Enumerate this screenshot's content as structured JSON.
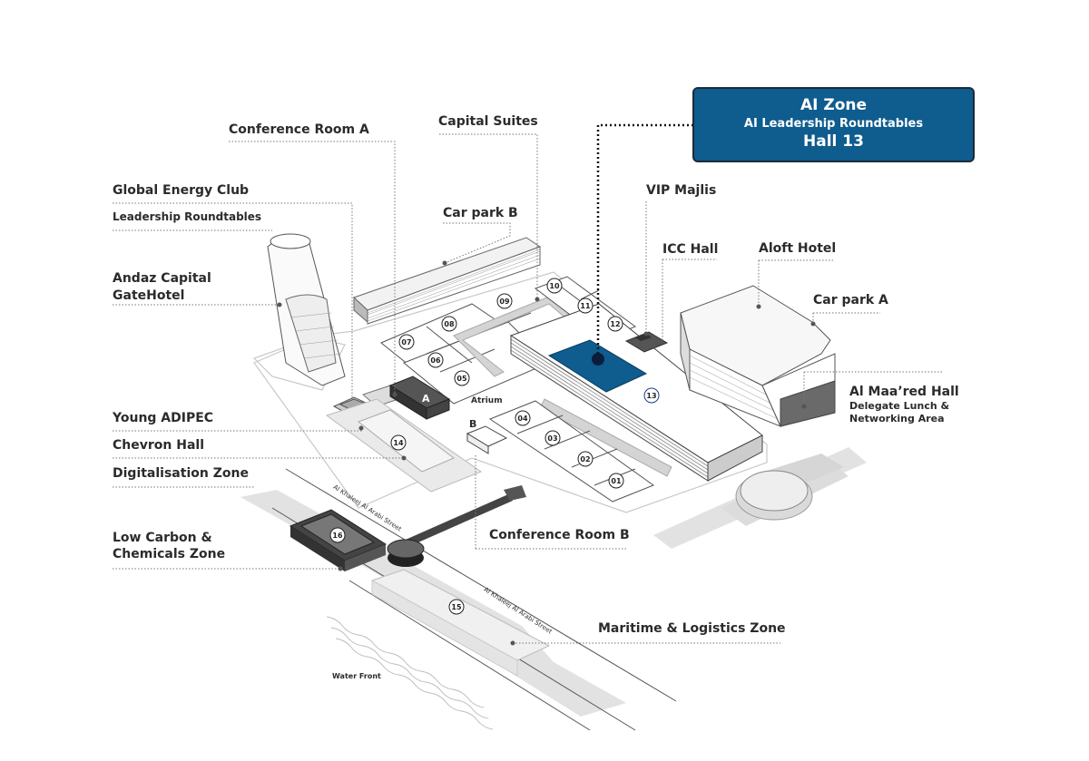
{
  "callout": {
    "title": "AI Zone",
    "subtitle": "AI Leadership Roundtables",
    "hall": "Hall 13",
    "color": "#0f5c8e"
  },
  "labels": {
    "conference_room_a": "Conference Room A",
    "capital_suites": "Capital Suites",
    "global_energy_club": "Global Energy Club",
    "leadership_roundtables": "Leadership Roundtables",
    "car_park_b": "Car park B",
    "vip_majlis": "VIP Majlis",
    "icc_hall": "ICC Hall",
    "aloft_hotel": "Aloft Hotel",
    "andaz_line1": "Andaz Capital",
    "andaz_line2": "GateHotel",
    "car_park_a": "Car park A",
    "al_maared_hall": "Al Maa’red Hall",
    "delegate_line1": "Delegate Lunch &",
    "delegate_line2": "Networking Area",
    "young_adipec": "Young ADIPEC",
    "chevron_hall": "Chevron Hall",
    "digitalisation_zone": "Digitalisation Zone",
    "low_carbon_line1": "Low Carbon &",
    "low_carbon_line2": "Chemicals Zone",
    "conference_room_b": "Conference Room B",
    "maritime_logistics": "Maritime & Logistics Zone",
    "water_front": "Water Front",
    "atrium": "Atrium",
    "building_a": "A",
    "building_b": "B",
    "street_upper": "Al Khaleej Al Arabi Street",
    "street_lower": "Al Khaleej Al Arabi Street"
  },
  "halls": {
    "h01": "01",
    "h02": "02",
    "h03": "03",
    "h04": "04",
    "h05": "05",
    "h06": "06",
    "h07": "07",
    "h08": "08",
    "h09": "09",
    "h10": "10",
    "h11": "11",
    "h12": "12",
    "h13": "13",
    "h14": "14",
    "h15": "15",
    "h16": "16"
  },
  "highlight": {
    "hall": "13",
    "color": "#0f5c8e"
  }
}
